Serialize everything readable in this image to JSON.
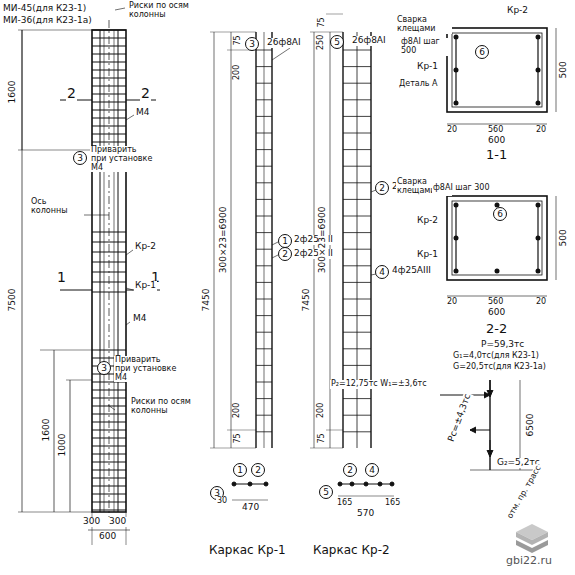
{
  "diagram": {
    "nodes": [
      {
        "text": [
          "3"
        ]
      },
      {
        "text": [
          "3"
        ]
      },
      {
        "text": [
          "3"
        ]
      },
      {
        "text": [
          "1"
        ]
      },
      {
        "text": [
          "2"
        ]
      },
      {
        "text": [
          "1"
        ]
      },
      {
        "text": [
          "2"
        ]
      },
      {
        "text": [
          "3"
        ]
      },
      {
        "text": [
          "5"
        ]
      },
      {
        "text": [
          "2"
        ]
      },
      {
        "text": [
          "4"
        ]
      },
      {
        "text": [
          "2"
        ]
      },
      {
        "text": [
          "4"
        ]
      },
      {
        "text": [
          "5"
        ]
      },
      {
        "text": [
          "6"
        ]
      },
      {
        "text": [
          "6"
        ]
      }
    ],
    "labels": [
      "МИ-45(для К23-1)",
      "МИ-36(для К23-1а)",
      "Риски по осям колонны",
      "1600",
      "2",
      "2",
      "М4",
      "Приварить при установке М4",
      "Ось колонны",
      "7500",
      "1",
      "1",
      "Кр-2",
      "Кр-1",
      "М4",
      "Приварить при установке М4",
      "1600",
      "1000",
      "Риски по осям колонны",
      "300",
      "300",
      "600",
      "26ф8АI",
      "75",
      "200",
      "300×23=6900",
      "7450",
      "2ф25АIII",
      "2ф25АIII",
      "200",
      "75",
      "30",
      "470",
      "Каркас Кр-1",
      "26ф8АI",
      "250",
      "75",
      "300×23=6900",
      "7450",
      "2ф25АIII",
      "4ф25АIII",
      "200",
      "75",
      "165",
      "165",
      "570",
      "Каркас Кр-2",
      "Кр-2",
      "Сварка клещами",
      "ф8АI шаг 500",
      "Кр-1",
      "Деталь А",
      "500",
      "20",
      "560",
      "20",
      "600",
      "1-1",
      "Сварка клещами",
      "ф8АI шаг 300",
      "Кр-2",
      "Кр-1",
      "500",
      "20",
      "560",
      "20",
      "600",
      "2-2",
      "Р=59,3тс",
      "G₁=4,0тс(для К23-1)",
      "G=20,5тс(для К23-1а)",
      "Р₂=12,75тс W₁=±3,6тс",
      "Рс=±4,3тс",
      "6500",
      "G₂=5,2тс",
      "отм. пр. трасс",
      "gbi22.ru"
    ]
  }
}
